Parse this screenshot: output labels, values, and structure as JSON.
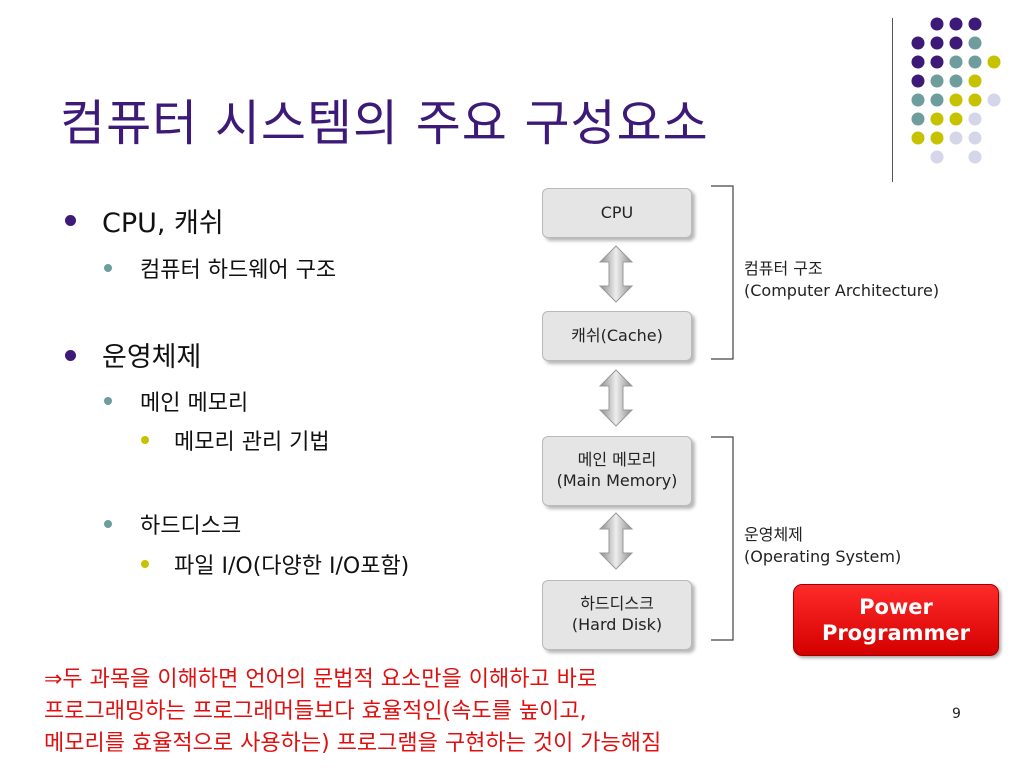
{
  "slide": {
    "title": "컴퓨터 시스템의 주요 구성요소",
    "page_number": "9",
    "colors": {
      "title": "#3d1a78",
      "accent_purple": "#3d1a78",
      "accent_teal": "#6f9c9c",
      "accent_yellow": "#c7c200",
      "accent_lavender": "#d6d6ea",
      "highlight_red": "#e01010"
    }
  },
  "bullets": [
    {
      "level": 1,
      "text": "CPU, 캐쉬"
    },
    {
      "level": 2,
      "text": "컴퓨터 하드웨어 구조"
    },
    {
      "level": 1,
      "text": "운영체제"
    },
    {
      "level": 2,
      "text": "메인 메모리"
    },
    {
      "level": 3,
      "text": "메모리 관리 기법"
    },
    {
      "level": 2,
      "text": "하드디스크"
    },
    {
      "level": 3,
      "text": "파일 I/O(다양한 I/O포함)"
    }
  ],
  "diagram": {
    "boxes": [
      {
        "line1": "CPU",
        "line2": ""
      },
      {
        "line1": "캐쉬(Cache)",
        "line2": ""
      },
      {
        "line1": "메인 메모리",
        "line2": "(Main Memory)"
      },
      {
        "line1": "하드디스크",
        "line2": "(Hard Disk)"
      }
    ],
    "groups": [
      {
        "line1": "컴퓨터 구조",
        "line2": "(Computer Architecture)"
      },
      {
        "line1": "운영체제",
        "line2": "(Operating System)"
      }
    ]
  },
  "badge": {
    "line1": "Power",
    "line2": "Programmer"
  },
  "note": {
    "lines": [
      "⇒두 과목을 이해하면 언어의 문법적 요소만을 이해하고 바로",
      "프로그래밍하는 프로그래머들보다 효율적인(속도를 높이고,",
      "메모리를 효율적으로 사용하는) 프로그램을 구현하는 것이 가능해짐"
    ]
  }
}
